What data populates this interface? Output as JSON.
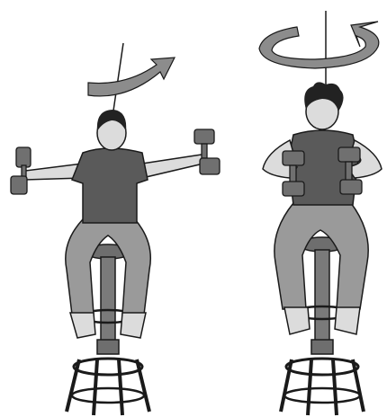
{
  "figures": [
    {
      "id": "left",
      "pose": "arms-extended",
      "holding": "dumbbells",
      "rotation_arrow": "partial-arc"
    },
    {
      "id": "right",
      "pose": "arms-pulled-in",
      "holding": "dumbbells",
      "rotation_arrow": "full-circle"
    }
  ],
  "colors": {
    "background": "#ffffff",
    "shirt": "#5a5a5a",
    "pants": "#9a9a9a",
    "skin": "#dcdcdc",
    "hair": "#222222",
    "outline": "#1a1a1a",
    "arrow": "#8c8c8c",
    "dumbbell": "#707070",
    "stool": "#6e6e6e"
  },
  "icons": [
    "rotation-arrow-icon",
    "dumbbell-icon",
    "stool-icon",
    "rotation-axis-icon"
  ]
}
